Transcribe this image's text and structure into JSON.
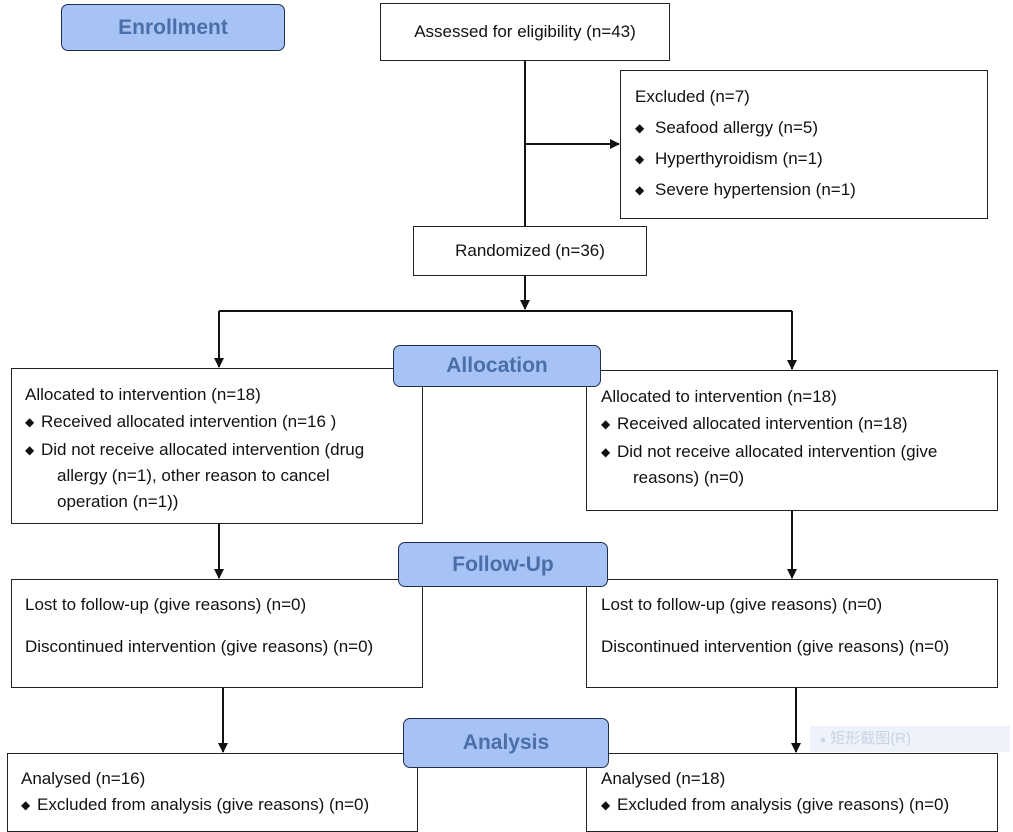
{
  "colors": {
    "stage_fill": "#a7c3f5",
    "stage_text": "#4a6fa8",
    "border": "#222222"
  },
  "stages": {
    "enrollment": "Enrollment",
    "allocation": "Allocation",
    "follow_up": "Follow-Up",
    "analysis": "Analysis"
  },
  "assessed": "Assessed for eligibility (n=43)",
  "excluded": {
    "title": "Excluded (n=7)",
    "items": [
      "Seafood allergy (n=5)",
      "Hyperthyroidism (n=1)",
      "Severe hypertension (n=1)"
    ]
  },
  "randomized": "Randomized (n=36)",
  "left": {
    "allocation": {
      "title": "Allocated to intervention (n=18)",
      "received": "Received allocated intervention (n=16  )",
      "not_received_line1": "Did not receive allocated intervention (drug",
      "not_received_line2": "allergy (n=1), other reason to cancel",
      "not_received_line3": "operation (n=1))"
    },
    "follow_up": {
      "lost": "Lost to follow-up (give reasons) (n=0)",
      "discontinued": "Discontinued intervention (give reasons) (n=0)"
    },
    "analysis": {
      "analysed": "Analysed  (n=16)",
      "excluded": "Excluded from analysis (give reasons) (n=0)"
    }
  },
  "right": {
    "allocation": {
      "title": "Allocated to intervention (n=18)",
      "received": "Received allocated intervention (n=18)",
      "not_received_line1": "Did not receive allocated intervention (give",
      "not_received_line2": "reasons) (n=0)"
    },
    "follow_up": {
      "lost": "Lost to follow-up (give reasons) (n=0)",
      "discontinued": "Discontinued intervention (give reasons) (n=0)"
    },
    "analysis": {
      "analysed": "Analysed  (n=18)",
      "excluded": "Excluded from analysis (give reasons) (n=0)"
    }
  },
  "watermark": "矩形截图(R)"
}
